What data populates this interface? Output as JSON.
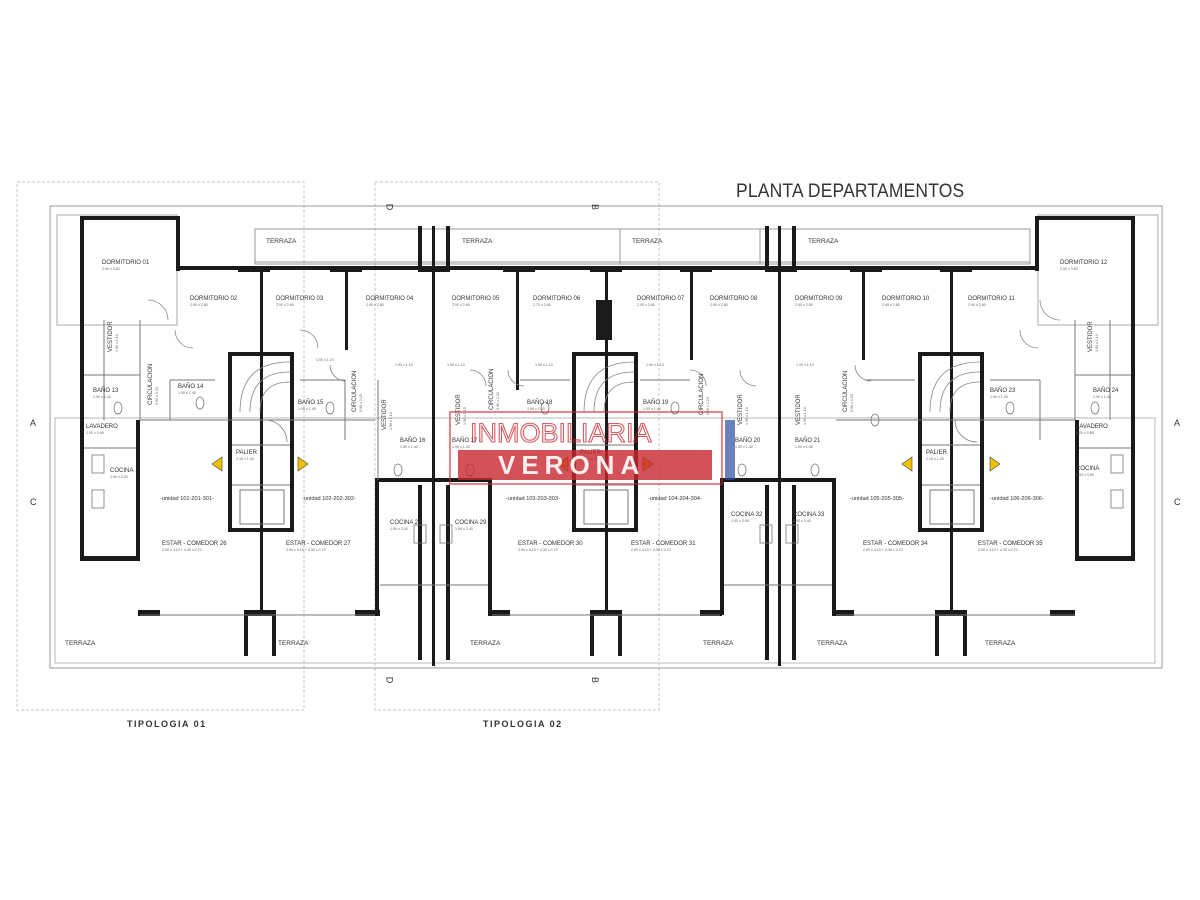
{
  "title": "PLANTA DEPARTAMENTOS",
  "tipologias": [
    "TIPOLOGIA 01",
    "TIPOLOGIA 02"
  ],
  "axes": {
    "a": "A",
    "c": "C",
    "d": "D",
    "b": "B"
  },
  "watermark": {
    "line1": "INMOBILIARIA",
    "line2": "VERONA"
  },
  "terraza_label": "TERRAZA",
  "rooms": [
    {
      "label": "DORMITORIO 01",
      "dim": "2.90 x 3.60"
    },
    {
      "label": "DORMITORIO 02",
      "dim": "2.90 x 2.80"
    },
    {
      "label": "DORMITORIO 03",
      "dim": "2.90 x 2.80"
    },
    {
      "label": "DORMITORIO 04",
      "dim": "2.90 x 2.80"
    },
    {
      "label": "DORMITORIO 05",
      "dim": "2.90 x 2.80"
    },
    {
      "label": "DORMITORIO 06",
      "dim": "2.70 x 2.80"
    },
    {
      "label": "DORMITORIO 07",
      "dim": "2.90 x 2.80"
    },
    {
      "label": "DORMITORIO 08",
      "dim": "2.90 x 2.80"
    },
    {
      "label": "DORMITORIO 09",
      "dim": "2.90 x 2.80"
    },
    {
      "label": "DORMITORIO 10",
      "dim": "2.90 x 2.80"
    },
    {
      "label": "DORMITORIO 11",
      "dim": "2.90 x 2.80"
    },
    {
      "label": "DORMITORIO 12",
      "dim": "2.90 x 3.60"
    },
    {
      "label": "VESTIDOR",
      "dim": "1.90 x 1.10"
    },
    {
      "label": "VESTIDOR",
      "dim": "1.90 x 1.10"
    },
    {
      "label": "BAÑO 13",
      "dim": "1.90 x 1.40"
    },
    {
      "label": "BAÑO 14",
      "dim": "1.90 x 1.40"
    },
    {
      "label": "BAÑO 15",
      "dim": "1.90 x 1.40"
    },
    {
      "label": "BAÑO 16",
      "dim": "1.90 x 1.40"
    },
    {
      "label": "BAÑO 17",
      "dim": "1.90 x 1.40"
    },
    {
      "label": "BAÑO 18",
      "dim": "1.90 x 1.40"
    },
    {
      "label": "BAÑO 19",
      "dim": "1.90 x 1.40"
    },
    {
      "label": "BAÑO 20",
      "dim": "1.90 x 1.40"
    },
    {
      "label": "BAÑO 21",
      "dim": "1.90 x 1.40"
    },
    {
      "label": "BAÑO 23",
      "dim": "1.90 x 1.40"
    },
    {
      "label": "BAÑO 24",
      "dim": "1.90 x 1.40"
    },
    {
      "label": "CIRCULACION",
      "dim": "0.90 x 3.20"
    },
    {
      "label": "CIRCULACION",
      "dim": "0.90 x 3.20"
    },
    {
      "label": "CIRCULACION",
      "dim": "0.90 x 3.20"
    },
    {
      "label": "CIRCULACION",
      "dim": "0.90 x 3.20"
    },
    {
      "label": "CIRCULACION",
      "dim": "0.90 x 3.20"
    },
    {
      "label": "VESTIDOR",
      "dim": "1.90 x 1.10"
    },
    {
      "label": "VESTIDOR",
      "dim": "1.90 x 1.10"
    },
    {
      "label": "VESTIDOR",
      "dim": "1.90 x 1.10"
    },
    {
      "label": "VESTIDOR",
      "dim": "1.90 x 1.10"
    },
    {
      "label": "LAVADERO",
      "dim": "2.00 x 0.85"
    },
    {
      "label": "LAVADERO",
      "dim": "2.00 x 0.85"
    },
    {
      "label": "COCINA",
      "dim": "1.90 x 3.00"
    },
    {
      "label": "COCINA",
      "dim": "1.90 x 3.00"
    },
    {
      "label": "COCINA 28",
      "dim": "1.90 x 3.40"
    },
    {
      "label": "COCINA 29",
      "dim": "1.90 x 3.40"
    },
    {
      "label": "COCINA 32",
      "dim": "1.90 x 3.40"
    },
    {
      "label": "COCINA 33",
      "dim": "1.90 x 3.40"
    },
    {
      "label": "PALIER",
      "dim": "2.15 x 1.40"
    },
    {
      "label": "PALIER",
      "dim": "2.15 x 1.40"
    },
    {
      "label": "PALIER",
      "dim": "2.15 x 1.40"
    },
    {
      "label": "ESTAR - COMEDOR 26",
      "dim": "2.90 x 4.10 + 4.40 x 2.70"
    },
    {
      "label": "ESTAR - COMEDOR 27",
      "dim": "2.90 x 4.10 + 4.30 x 2.70"
    },
    {
      "label": "ESTAR - COMEDOR 30",
      "dim": "2.90 x 4.10 + 4.30 x 2.70"
    },
    {
      "label": "ESTAR - COMEDOR 31",
      "dim": "2.90 x 4.10 + 4.30 x 2.70"
    },
    {
      "label": "ESTAR - COMEDOR 34",
      "dim": "2.90 x 4.10 + 4.30 x 2.70"
    },
    {
      "label": "ESTAR - COMEDOR 35",
      "dim": "2.90 x 4.10 + 4.30 x 2.70"
    },
    {
      "label": "-unidad 101-201-301-",
      "dim": ""
    },
    {
      "label": "-unidad 102-202-302-",
      "dim": ""
    },
    {
      "label": "-unidad 103-203-303-",
      "dim": ""
    },
    {
      "label": "-unidad 104-204-304-",
      "dim": ""
    },
    {
      "label": "-unidad 105-205-305-",
      "dim": ""
    },
    {
      "label": "-unidad 106-206-306-",
      "dim": ""
    }
  ],
  "small_dims": [
    "1.90 x 1.10",
    "1.90 x 1.10",
    "1.90 x 1.10",
    "1.90 x 1.10",
    "1.90 x 1.10",
    "1.90 x 1.10"
  ]
}
